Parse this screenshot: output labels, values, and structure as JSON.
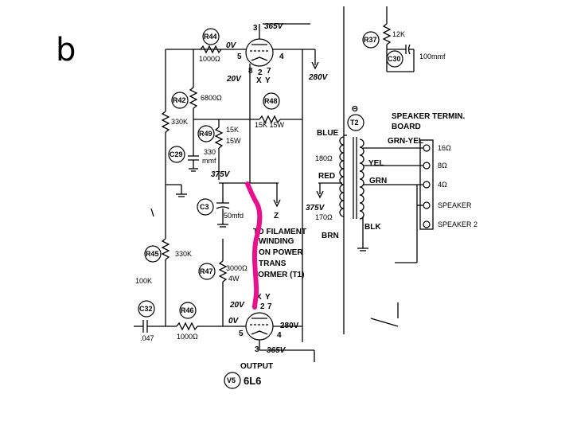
{
  "panel_label": "b",
  "tubes": {
    "top": {
      "pins": [
        "3",
        "5",
        "4",
        "8",
        "2",
        "7",
        "X",
        "Y"
      ],
      "voltages": [
        "365V",
        "0V",
        "20V",
        "280V"
      ]
    },
    "bottom": {
      "pins": [
        "5",
        "4",
        "3",
        "2",
        "7",
        "X",
        "Y"
      ],
      "voltages": [
        "0V",
        "20V",
        "280V",
        "365V"
      ]
    }
  },
  "components": {
    "R44": {
      "id": "R44",
      "value": "1000Ω"
    },
    "R42": {
      "id": "R42",
      "value": "6800Ω"
    },
    "R48": {
      "id": "R48",
      "value": "15K 15W"
    },
    "R49": {
      "id": "R49",
      "value1": "15K",
      "value2": "15W"
    },
    "C29": {
      "id": "C29",
      "value1": "330",
      "value2": "mmf"
    },
    "C3": {
      "id": "C3",
      "value": "50mfd"
    },
    "R45": {
      "id": "R45",
      "value": "330K"
    },
    "R47": {
      "id": "R47",
      "value1": "3000Ω",
      "value2": "4W"
    },
    "C32": {
      "id": "C32",
      "value": ".047"
    },
    "R46": {
      "id": "R46",
      "value": "1000Ω"
    },
    "R37": {
      "id": "R37",
      "value": "12K"
    },
    "C30": {
      "id": "C30",
      "value": "100mmf"
    },
    "T2": {
      "id": "T2"
    },
    "V5": {
      "id": "V5",
      "type": "6L6"
    }
  },
  "labels": {
    "r330k_top": "330K",
    "r100k": "100K",
    "v375": "375V",
    "z": "Z",
    "filament": [
      "TO FILAMENT",
      "WINDING",
      "ON POWER",
      "TRANS",
      "FORMER (T1)"
    ],
    "output": "OUTPUT",
    "t2_theta": "Θ"
  },
  "transformer": {
    "blue": "BLUE",
    "ohm180": "180Ω",
    "red": "RED",
    "v375": "375V",
    "ohm170": "170Ω",
    "brn": "BRN",
    "yel": "YEL",
    "grn": "GRN",
    "blk": "BLK",
    "grn_yel": "GRN-YEL"
  },
  "speaker_board": {
    "title1": "SPEAKER TERMIN.",
    "title2": "BOARD",
    "taps": [
      "16Ω",
      "8Ω",
      "4Ω"
    ],
    "outputs": [
      "SPEAKER",
      "SPEAKER 2"
    ]
  },
  "highlight_color": "#e8108c"
}
